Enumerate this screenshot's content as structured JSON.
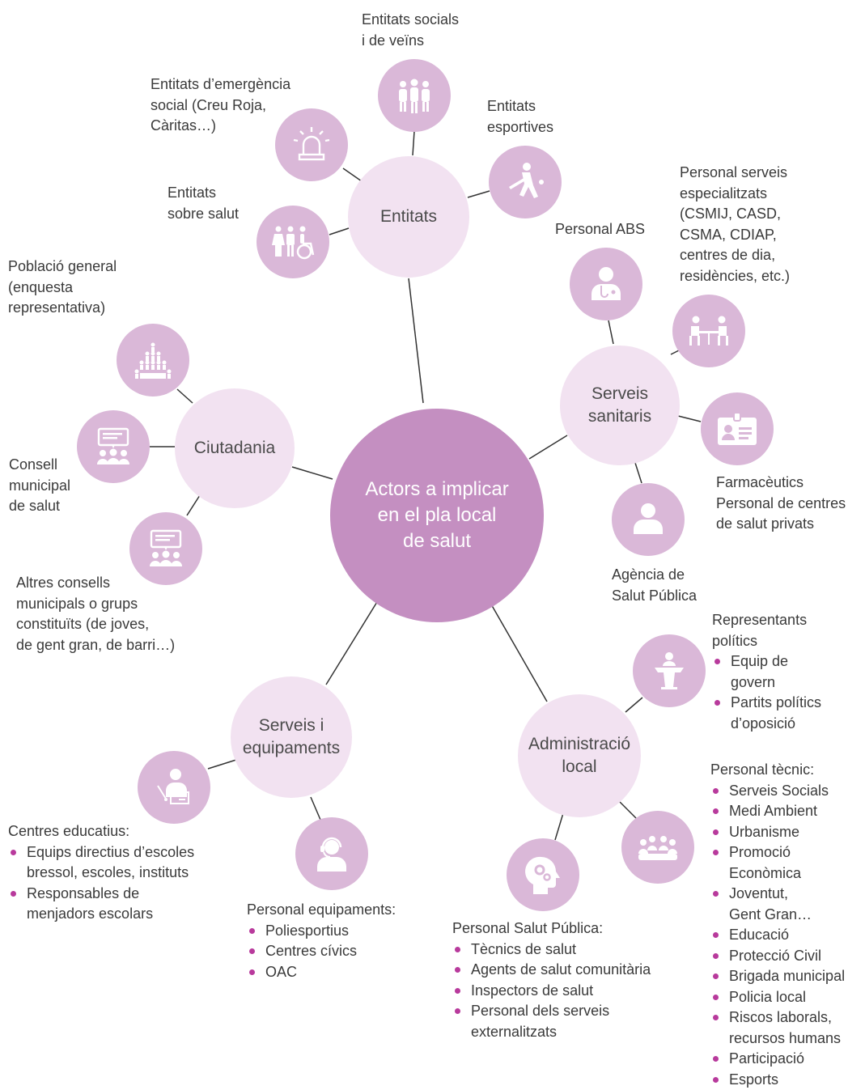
{
  "center": "Actors a implicar\nen el pla local\nde salut",
  "colors": {
    "center": "#c48fc1",
    "hub": "#f2e2f1",
    "icon": "#dab8d8",
    "bullet": "#b83a9c",
    "line": "#333333"
  },
  "hubs": {
    "entitats": "Entitats",
    "ciutadania": "Ciutadania",
    "serveis_sanitaris": "Serveis\nsanitaris",
    "serveis_equipaments": "Serveis i\nequipaments",
    "administracio": "Administració\nlocal"
  },
  "labels": {
    "entitats_socials": "Entitats socials\ni de veïns",
    "emergencia": "Entitats d’emergència\nsocial (Creu Roja,\nCàritas…)",
    "esportives": "Entitats\nesportives",
    "sobre_salut": "Entitats\nsobre salut",
    "serveis_especialitzats": "Personal serveis\nespecialitzats\n(CSMIJ, CASD,\nCSMA, CDIAP,\ncentres de dia,\nresidències, etc.)",
    "personal_abs": "Personal ABS",
    "farmaceutics": "Farmacèutics\nPersonal de centres\nde salut privats",
    "agencia": "Agència de\nSalut Pública",
    "poblacio": "Població general\n(enquesta\nrepresentativa)",
    "consell_municipal": "Consell\nmunicipal\nde salut",
    "altres_consells": "Altres consells\nmunicipals o grups\nconstituïts (de joves,\nde gent gran, de barri…)"
  },
  "lists": {
    "representants": {
      "title": "Representants\npolítics",
      "items": [
        "Equip de\ngovern",
        "Partits polítics\nd’oposició"
      ]
    },
    "personal_tecnic": {
      "title": "Personal tècnic:",
      "items": [
        "Serveis Socials",
        "Medi Ambient",
        "Urbanisme",
        "Promoció\nEconòmica",
        "Joventut,\nGent Gran…",
        "Educació",
        "Protecció Civil",
        "Brigada municipal",
        "Policia local",
        "Riscos laborals,\nrecursos humans",
        "Participació",
        "Esports"
      ]
    },
    "centres_educatius": {
      "title": "Centres educatius:",
      "items": [
        "Equips directius d’escoles\nbressol, escoles, instituts",
        "Responsables de\nmenjadors escolars"
      ]
    },
    "personal_equipaments": {
      "title": "Personal equipaments:",
      "items": [
        "Poliesportius",
        "Centres cívics",
        "OAC"
      ]
    },
    "personal_salut_publica": {
      "title": "Personal Salut Pública:",
      "items": [
        "Tècnics de salut",
        "Agents de salut comunitària",
        "Inspectors de salut",
        "Personal dels serveis\nexternalitzats"
      ]
    }
  },
  "icons": {
    "entitats_socials": "people-group-icon",
    "emergencia": "siren-light-icon",
    "esportives": "cricket-player-icon",
    "sobre_salut": "family-wheelchair-icon",
    "personal_abs": "doctor-icon",
    "serveis_especialitzats": "meeting-table-icon",
    "farmaceutics": "id-card-icon",
    "agencia": "person-icon",
    "poblacio": "crowd-pyramid-icon",
    "consell_municipal": "presentation-audience-icon",
    "altres_consells": "presentation-group-icon",
    "representants": "podium-icon",
    "personal_tecnic": "team-meeting-icon",
    "personal_salut_publica": "head-gears-icon",
    "personal_equipaments": "headset-operator-icon",
    "centres_educatius": "teacher-board-icon"
  }
}
